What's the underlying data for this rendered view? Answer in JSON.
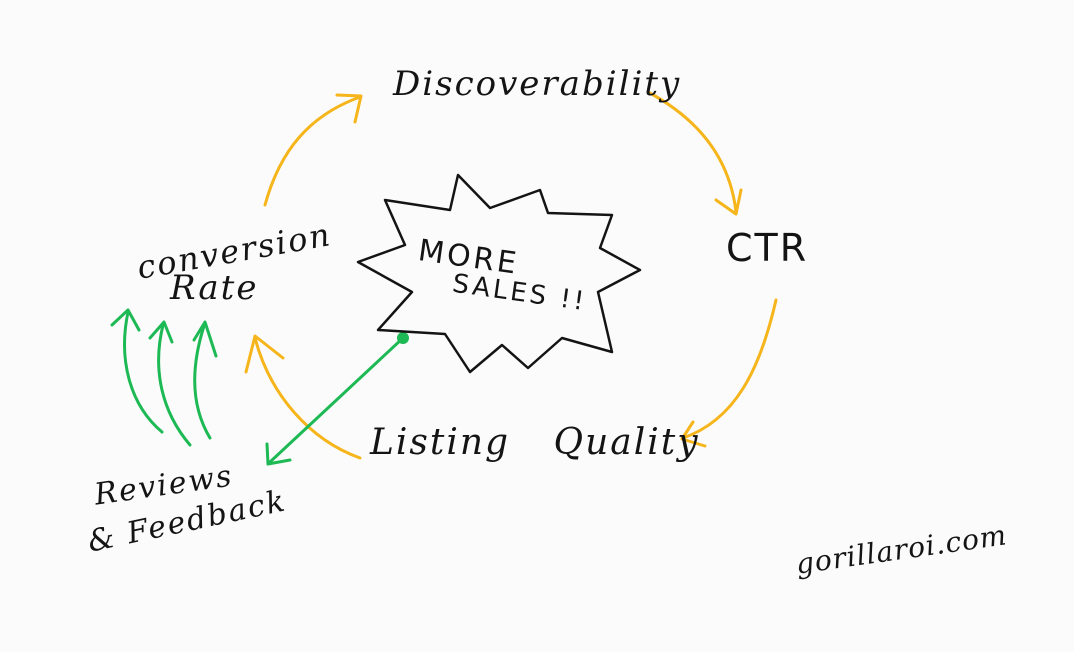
{
  "nodes": {
    "discoverability": "Discoverability",
    "ctr": "CTR",
    "listing_quality": "Listing Quality",
    "conversion_rate_line1": "conversion",
    "conversion_rate_line2": "Rate",
    "reviews_line1": "Reviews",
    "reviews_line2": "& Feedback",
    "center_line1": "MORE",
    "center_line2": "SALES !!"
  },
  "watermark": "gorillaroi.com",
  "colors": {
    "cycle_arrow": "#f5b51b",
    "feedback_arrow": "#1db954",
    "ink": "#141414",
    "background": "#fbfbfb"
  }
}
